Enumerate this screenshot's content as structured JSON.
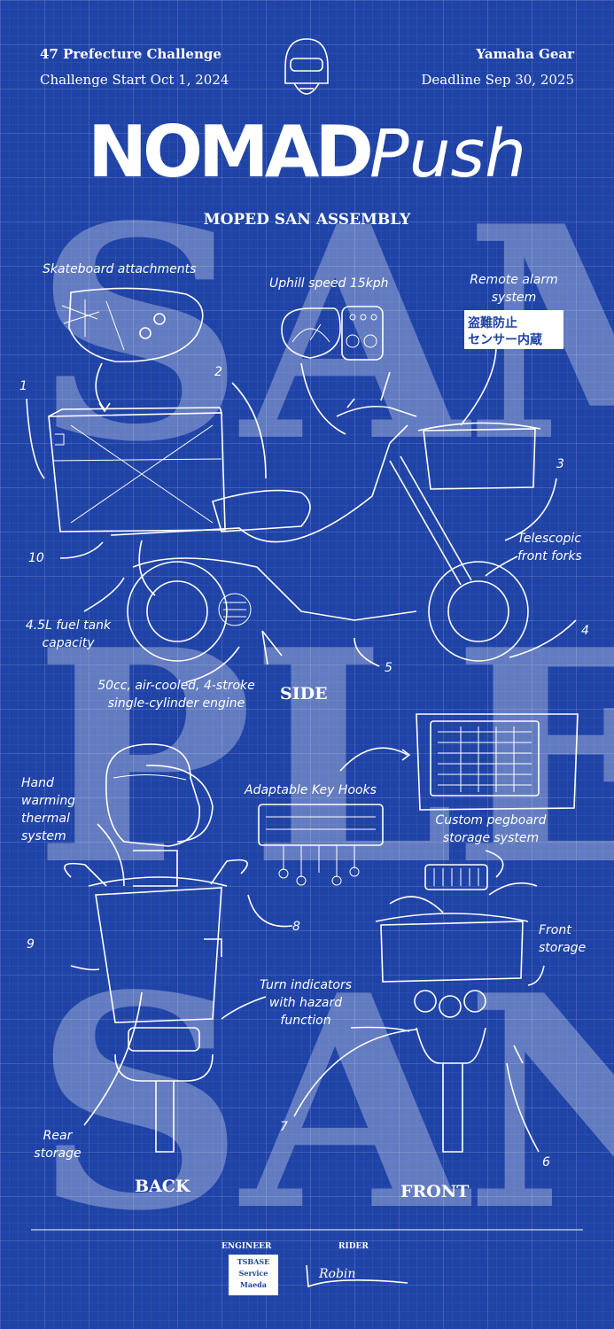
{
  "header": {
    "challenge": "47 Prefecture Challenge",
    "start": "Challenge Start Oct 1, 2024",
    "sponsor": "Yamaha Gear",
    "deadline": "Deadline Sep 30, 2025"
  },
  "title": {
    "bold": "NOMAD",
    "light": "Push"
  },
  "subtitle": "MOPED SAN ASSEMBLY",
  "watermark": {
    "line1": "SAM",
    "line2": "PLE",
    "line3": "SAN"
  },
  "annotations": {
    "skateboard": "Skateboard attachments",
    "uphill": "Uphill speed 15kph",
    "alarm": "Remote alarm system",
    "alarm_sticker_1": "盗難防止",
    "alarm_sticker_2": "センサー内蔵",
    "forks": "Telescopic front forks",
    "fuel": "4.5L fuel tank capacity",
    "engine": "50cc, air-cooled, 4-stroke single-cylinder engine",
    "hand_warming": "Hand warming thermal system",
    "key_hooks": "Adaptable Key Hooks",
    "pegboard": "Custom pegboard storage system",
    "front_storage": "Front storage",
    "turn": "Turn indicators with hazard function",
    "rear": "Rear storage"
  },
  "callouts": [
    "1",
    "2",
    "3",
    "4",
    "5",
    "6",
    "7",
    "8",
    "9",
    "10"
  ],
  "views": {
    "side": "SIDE",
    "back": "BACK",
    "front": "FRONT"
  },
  "footer": {
    "engineer_label": "ENGINEER",
    "rider_label": "RIDER",
    "stamp_1": "TSBASE",
    "stamp_2": "Service",
    "stamp_3": "Maeda",
    "signature": "Robin"
  },
  "colors": {
    "background": "#1f43a6",
    "ink": "#ffffff"
  }
}
